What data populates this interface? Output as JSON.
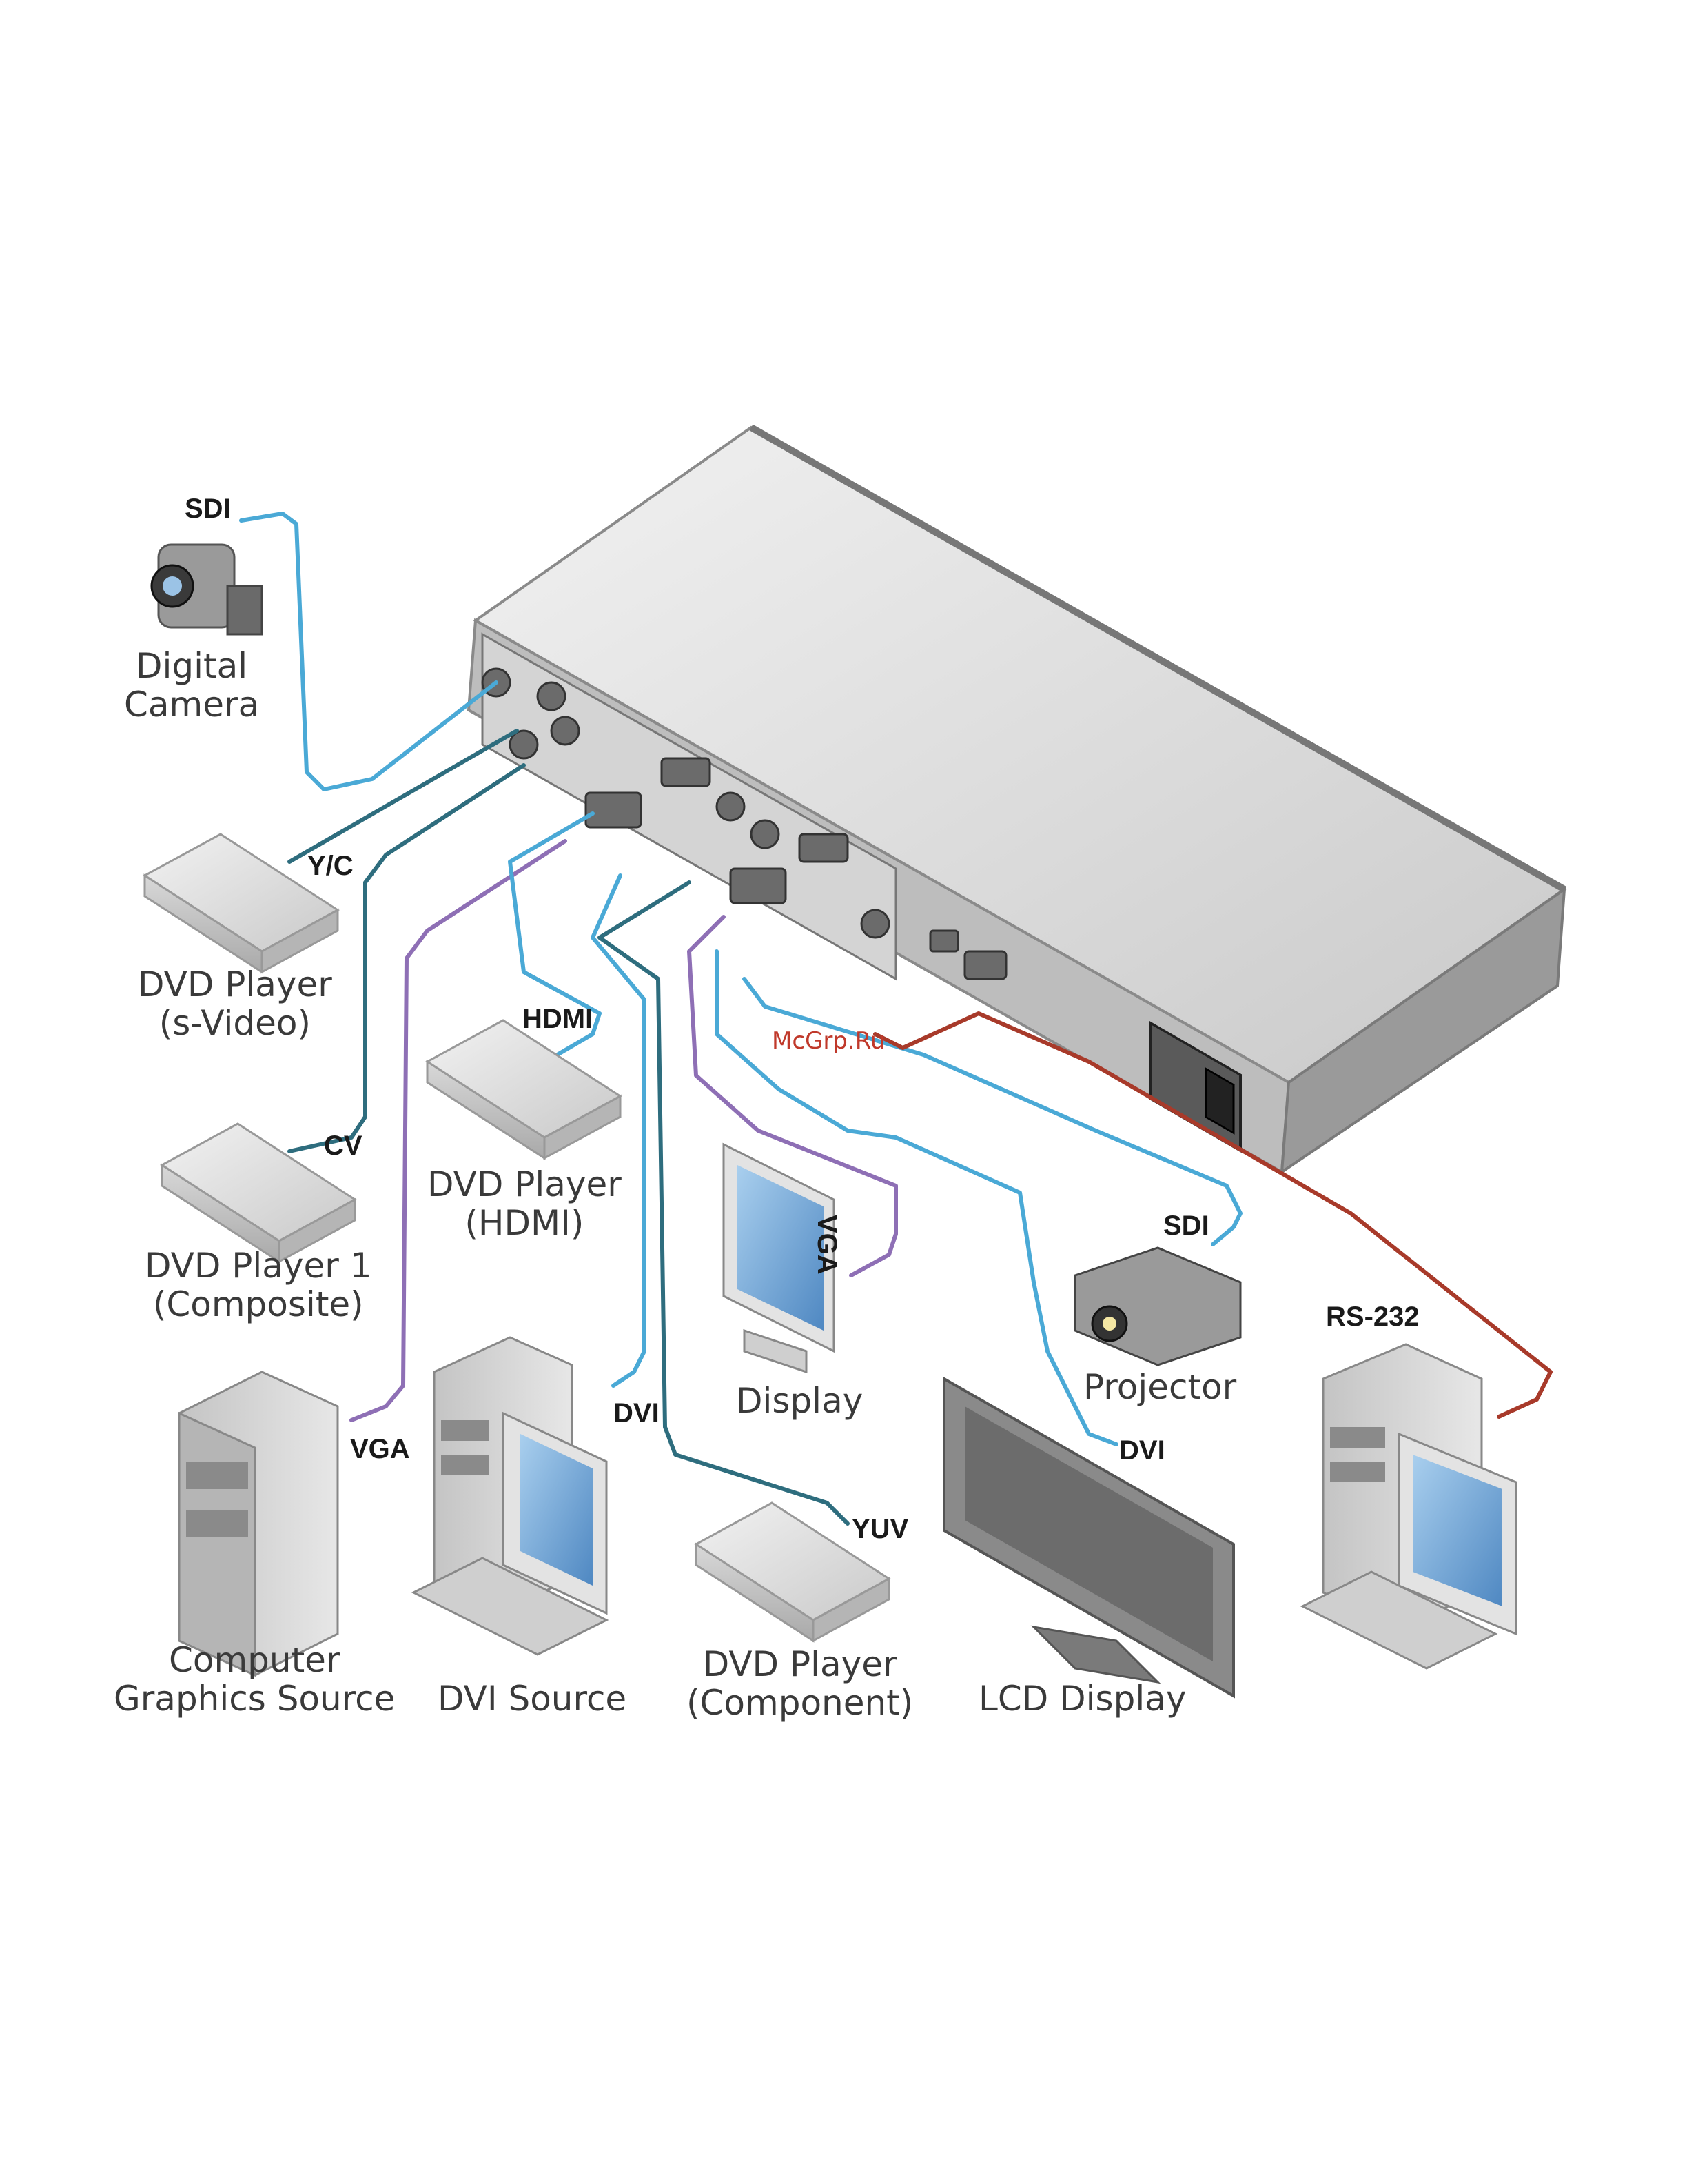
{
  "watermark": "McGrp.Ru",
  "colors": {
    "video": "#4aa9d6",
    "vga": "#8e6fb5",
    "rs232": "#a83a2a",
    "dark": "#2e6d7e"
  },
  "devices": {
    "camera": "Digital\nCamera",
    "dvd_svideo": "DVD Player\n(s-Video)",
    "dvd_composite": "DVD Player 1\n(Composite)",
    "dvd_hdmi": "DVD Player\n(HDMI)",
    "computer": "Computer\nGraphics Source",
    "dvi_source": "DVI Source",
    "display": "Display",
    "dvd_component": "DVD Player\n(Component)",
    "lcd": "LCD Display",
    "projector": "Projector"
  },
  "signals": {
    "sdi_in": "SDI",
    "yc": "Y/C",
    "cv": "CV",
    "hdmi": "HDMI",
    "vga_in": "VGA",
    "dvi_in": "DVI",
    "vga_out": "VGA",
    "yuv": "YUV",
    "sdi_out": "SDI",
    "dvi_out": "DVI",
    "rs232": "RS-232"
  }
}
